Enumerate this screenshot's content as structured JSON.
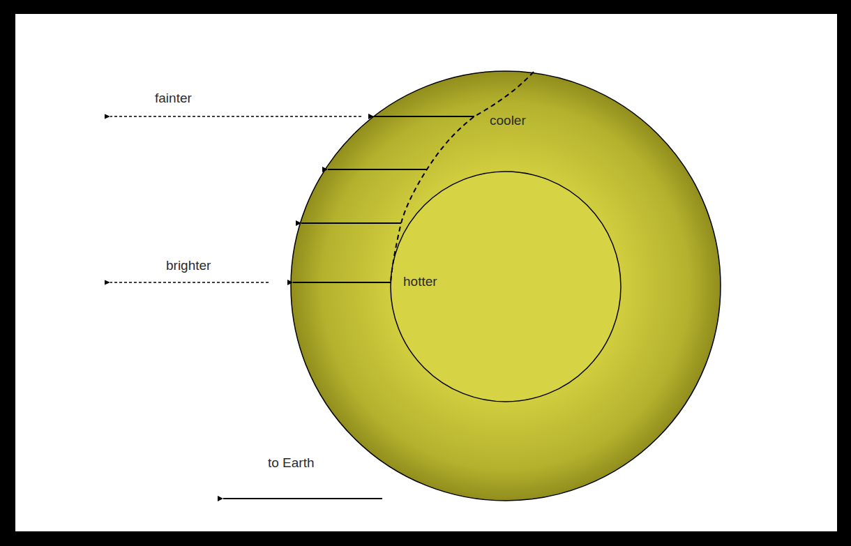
{
  "diagram": {
    "labels": [
      "fainter",
      "cooler",
      "brighter",
      "hotter",
      "to Earth"
    ]
  }
}
